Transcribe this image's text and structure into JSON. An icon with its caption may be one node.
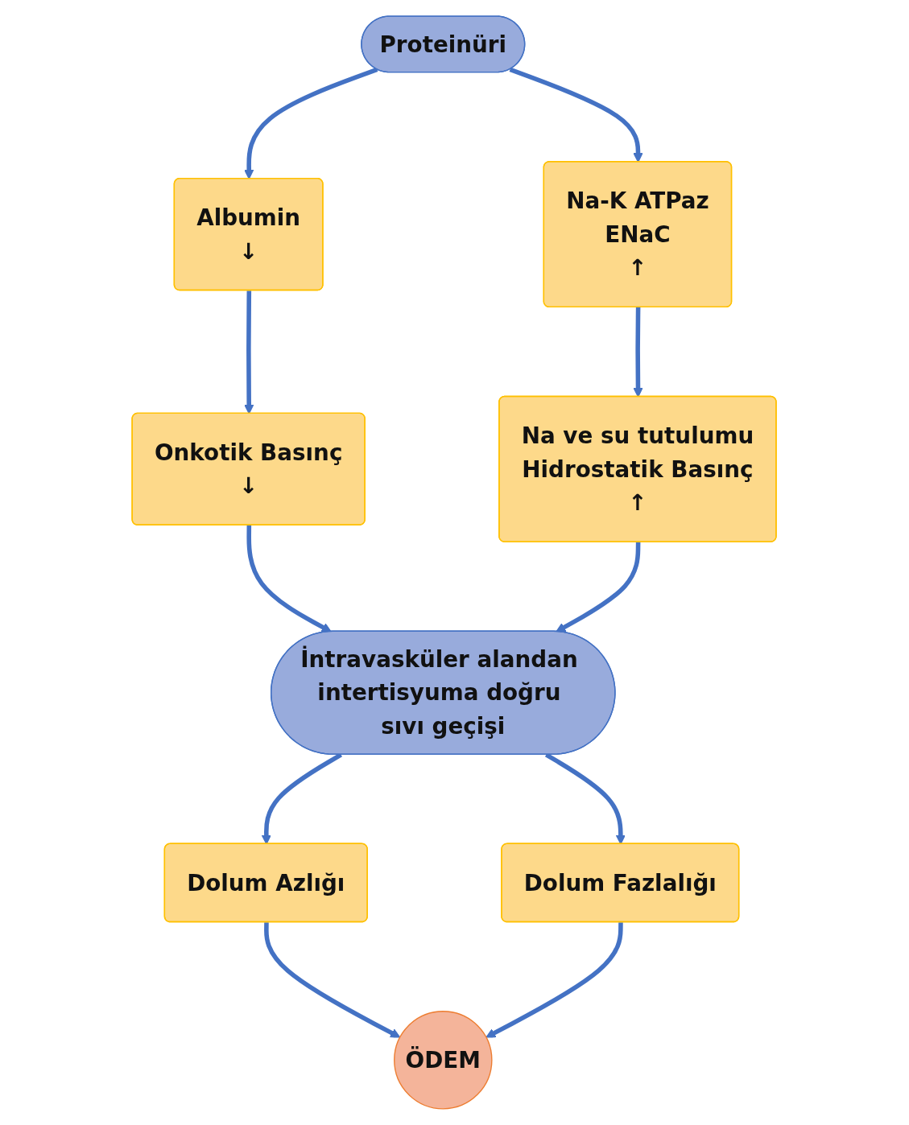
{
  "diagram": {
    "nodes": [
      {
        "text": [
          "Proteinüri"
        ]
      },
      {
        "text": [
          "Albumin",
          "↓"
        ]
      },
      {
        "text": [
          "Na-K ATPaz",
          "ENaC",
          "↑"
        ]
      },
      {
        "text": [
          "Onkotik Basınç",
          "↓"
        ]
      },
      {
        "text": [
          "Na ve su tutulumu",
          "Hidrostatik Basınç",
          "↑"
        ]
      },
      {
        "text": [
          "İntravasküler alandan intertisyuma doğru sıvı geçişi"
        ]
      },
      {
        "text": [
          "Dolum Azlığı"
        ]
      },
      {
        "text": [
          "Dolum Fazlalığı"
        ]
      },
      {
        "text": [
          "ÖDEM"
        ]
      }
    ],
    "edges": [
      {
        "from": 0,
        "to": 1,
        "arrow": "to"
      },
      {
        "from": 0,
        "to": 2,
        "arrow": "to"
      },
      {
        "from": 1,
        "to": 3,
        "arrow": "to"
      },
      {
        "from": 2,
        "to": 4,
        "arrow": "to"
      },
      {
        "from": 3,
        "to": 5,
        "arrow": "to"
      },
      {
        "from": 4,
        "to": 5,
        "arrow": "to"
      },
      {
        "from": 5,
        "to": 6,
        "arrow": "to"
      },
      {
        "from": 5,
        "to": 7,
        "arrow": "to"
      },
      {
        "from": 6,
        "to": 8,
        "arrow": "to"
      },
      {
        "from": 7,
        "to": 8,
        "arrow": "to"
      }
    ]
  }
}
